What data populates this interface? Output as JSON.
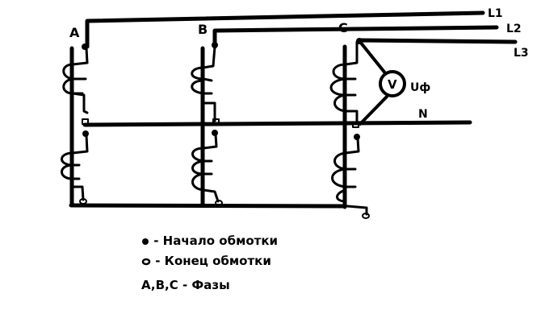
{
  "diagram": {
    "title": "Three-phase transformer windings with voltmeter measuring phase voltage",
    "phase_labels": [
      "A",
      "B",
      "C"
    ],
    "line_labels": [
      "L1",
      "L2",
      "L3"
    ],
    "neutral_label": "N",
    "voltmeter": {
      "symbol": "V",
      "quantity_label": "Uф"
    },
    "colors": {
      "stroke": "#000000",
      "background": "#ffffff"
    }
  },
  "legend": {
    "items": [
      {
        "symbol": "filled-dot",
        "text": "- Начало обмотки"
      },
      {
        "symbol": "open-loop",
        "text": "- Конец обмотки"
      },
      {
        "symbol": "none",
        "text": "A,B,C - Фазы"
      }
    ]
  }
}
